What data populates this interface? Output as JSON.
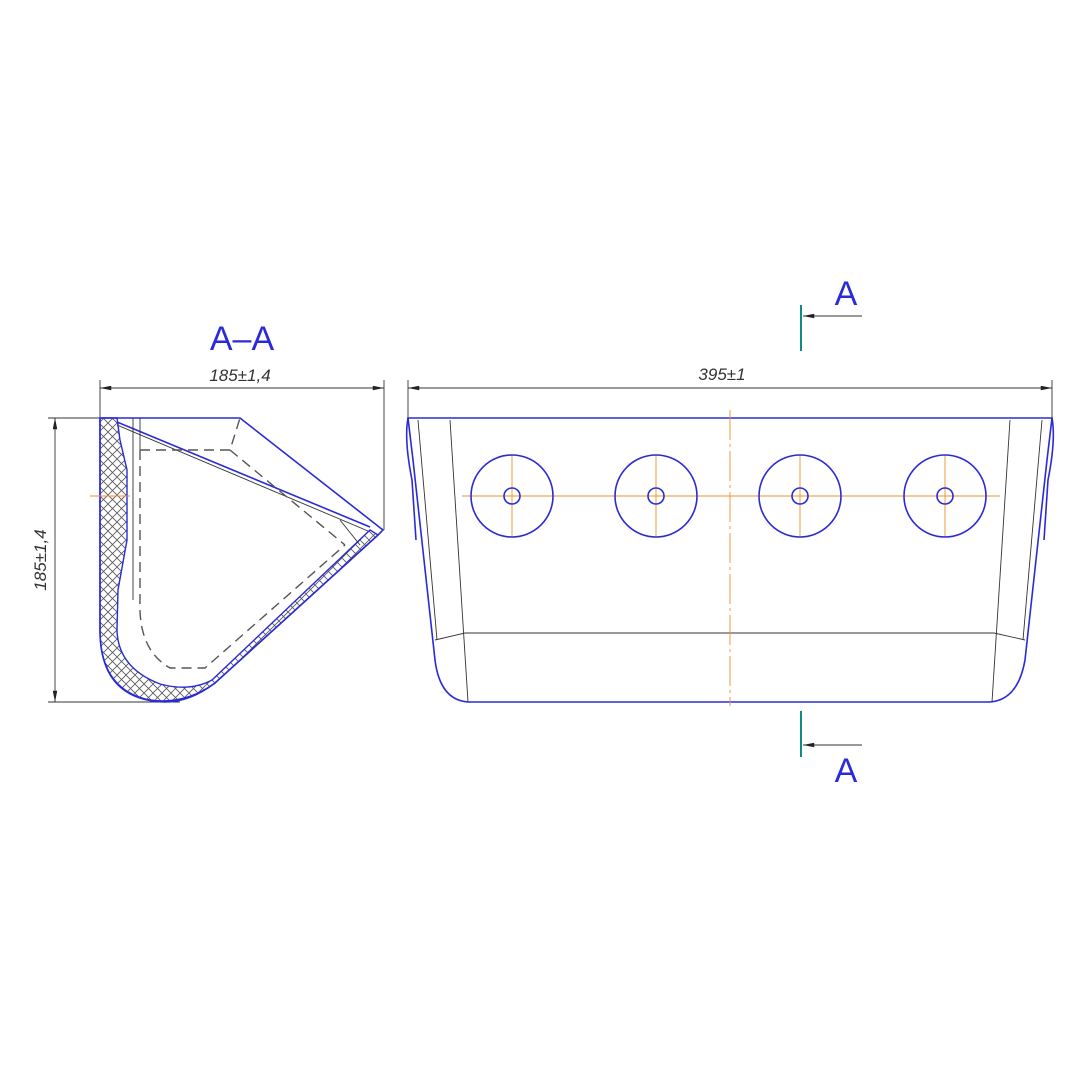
{
  "section_view": {
    "title": "A–A",
    "width_dimension": "185±1,4",
    "height_dimension": "185±1,4"
  },
  "front_view": {
    "length_dimension": "395±1",
    "hole_count": 4
  },
  "section_markers": {
    "top_label": "A",
    "bottom_label": "A"
  },
  "colors": {
    "outline": "#2a2ad8",
    "centerline": "#f0902a",
    "section_line": "#128a86",
    "dimension": "#333333"
  }
}
